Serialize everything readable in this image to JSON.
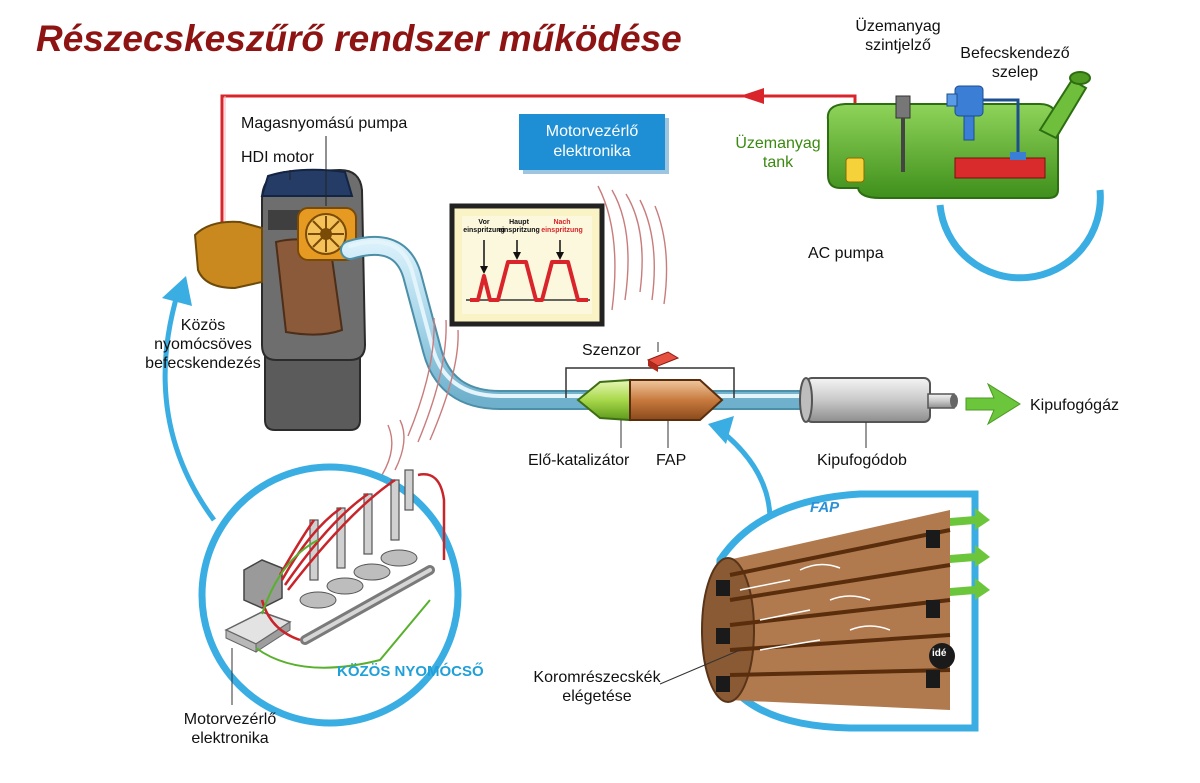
{
  "title": "Részecskeszűrő rendszer működése",
  "labels": {
    "fuel_gauge": [
      "Üzemanyag",
      "szintjelző"
    ],
    "injector_valve": [
      "Befecskendező",
      "szelep"
    ],
    "fuel_tank": [
      "Üzemanyag",
      "tank"
    ],
    "ac_pump": "AC pumpa",
    "high_pressure_pump": "Magasnyomású pumpa",
    "hdi_motor": "HDI motor",
    "ecu_box": [
      "Motorvezérlő",
      "elektronika"
    ],
    "common_rail_injection": [
      "Közös",
      "nyomócsöves",
      "befecskendezés"
    ],
    "sensor": "Szenzor",
    "pre_catalyst": "Elő-katalizátor",
    "fap": "FAP",
    "muffler": "Kipufogódob",
    "exhaust_gas": "Kipufogógáz",
    "common_rail": "KÖZÖS NYOMÓCSŐ",
    "ecu_bottom": [
      "Motorvezérlő",
      "elektronika"
    ],
    "fap_detail": "FAP",
    "soot_burning": [
      "Koromrészecskék",
      "elégetése"
    ],
    "logo": "idé"
  },
  "injection_chart": {
    "pre": [
      "Vor",
      "einspritzung"
    ],
    "main": [
      "Haupt",
      "einspritzung"
    ],
    "post": [
      "Nach",
      "einspritzung"
    ]
  },
  "colors": {
    "title": "#8e1414",
    "ecu_box": "#1e8fd5",
    "fuel_line": "#d8242a",
    "exhaust_pipe": "#a9d7ea",
    "tank": "#58b02c",
    "arrow_blue": "#3aaee2",
    "exhaust_arrow": "#6cc63c"
  }
}
